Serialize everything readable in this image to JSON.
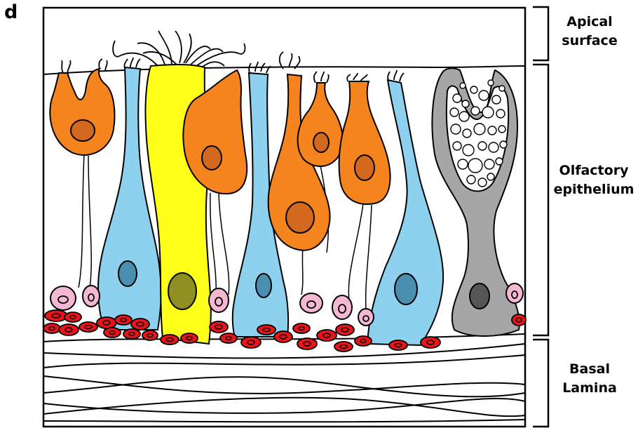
{
  "panel_letter": "d",
  "regions": [
    {
      "id": "apical",
      "line1": "Apical",
      "line2": "surface"
    },
    {
      "id": "epithelium",
      "line1": "Olfactory",
      "line2": "epithelium"
    },
    {
      "id": "basal",
      "line1": "Basal",
      "line2": "Lamina"
    }
  ],
  "colors": {
    "olfactory_neuron": "#f5841f",
    "neuron_nucleus": "#d2691e",
    "supporting_cell": "#8ed1ee",
    "supporting_nucleus": "#4a8fb0",
    "sustentacular_cell": "#ffff1a",
    "sustentacular_nucleus": "#8f8f22",
    "basal_cell": "#f4b8d2",
    "blood_cell": "#e8141a",
    "bowman_gland": "#a6a6a6",
    "gland_nucleus": "#555555",
    "outline": "#000000"
  }
}
